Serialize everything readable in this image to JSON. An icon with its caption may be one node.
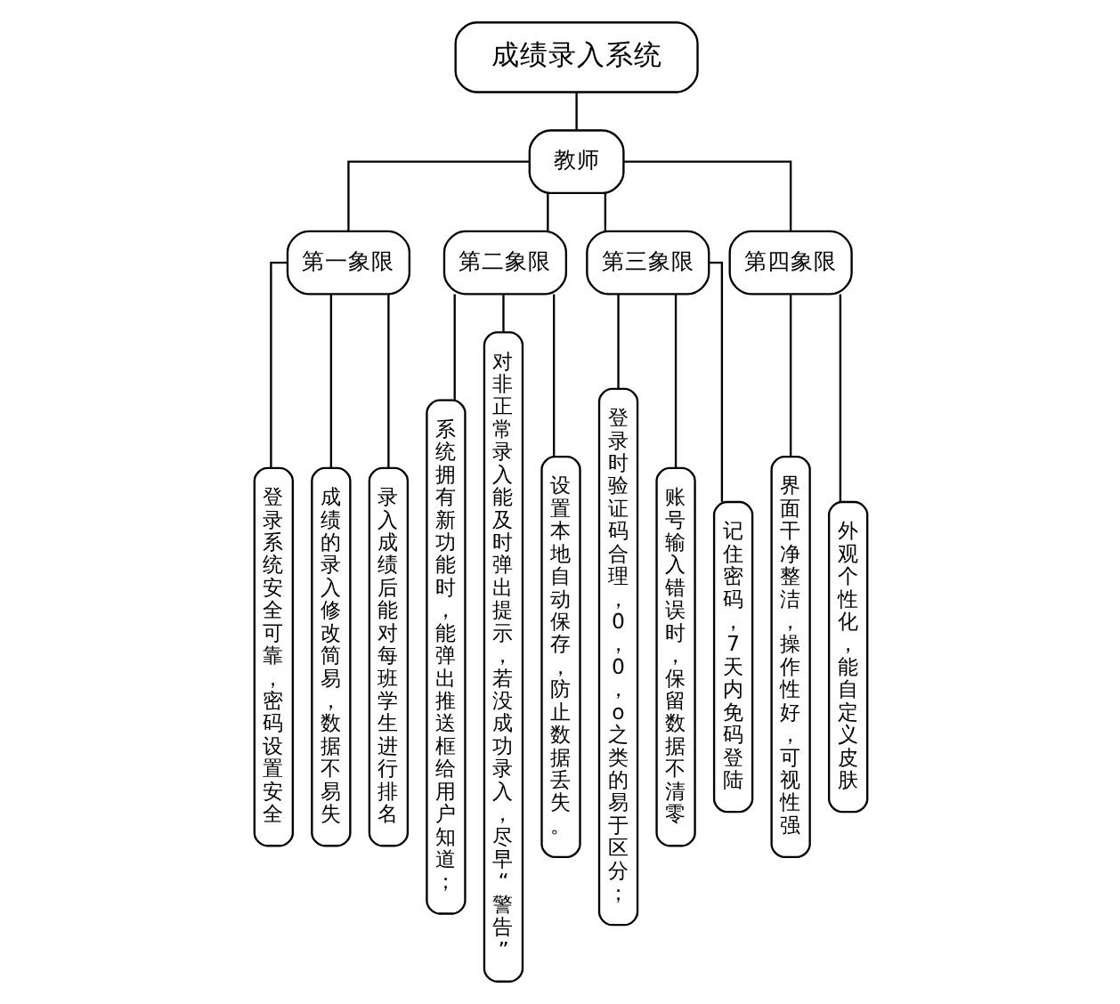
{
  "diagram": {
    "nodes": [
      {
        "text": [
          "成绩录入系统"
        ]
      },
      {
        "text": [
          "教师"
        ]
      },
      {
        "text": [
          "第一象限"
        ]
      },
      {
        "text": [
          "第二象限"
        ]
      },
      {
        "text": [
          "第三象限"
        ]
      },
      {
        "text": [
          "第四象限"
        ]
      },
      {
        "text": [
          "登录系统安全可靠，密码设置安全"
        ]
      },
      {
        "text": [
          "成绩的录入修改简易，数据不易失"
        ]
      },
      {
        "text": [
          "录入成绩后能对每班学生进行排名"
        ]
      },
      {
        "text": [
          "系统拥有新功能时，能弹出推送框给用户知道；"
        ]
      },
      {
        "text": [
          "对非正常录入能及时弹出提示，若没成功录入，尽早“警告”"
        ]
      },
      {
        "text": [
          "设置本地自动保存，防止数据丢失。"
        ]
      },
      {
        "text": [
          "登录时验证码合理，0，0，o之类的易于区分；"
        ]
      },
      {
        "text": [
          "账号输入错误时，保留数据不清零"
        ]
      },
      {
        "text": [
          "记住密码，7天内免码登陆"
        ]
      },
      {
        "text": [
          "界面干净整洁，操作性好，可视性强"
        ]
      },
      {
        "text": [
          "外观个性化，能自定义皮肤"
        ]
      }
    ],
    "edges": [
      {
        "from": 0,
        "to": 1,
        "arrow": "none"
      },
      {
        "from": 1,
        "to": 2,
        "arrow": "none"
      },
      {
        "from": 1,
        "to": 3,
        "arrow": "none"
      },
      {
        "from": 1,
        "to": 4,
        "arrow": "none"
      },
      {
        "from": 1,
        "to": 5,
        "arrow": "none"
      },
      {
        "from": 2,
        "to": 6,
        "arrow": "none"
      },
      {
        "from": 2,
        "to": 7,
        "arrow": "none"
      },
      {
        "from": 2,
        "to": 8,
        "arrow": "none"
      },
      {
        "from": 3,
        "to": 9,
        "arrow": "none"
      },
      {
        "from": 3,
        "to": 10,
        "arrow": "none"
      },
      {
        "from": 3,
        "to": 11,
        "arrow": "none"
      },
      {
        "from": 4,
        "to": 12,
        "arrow": "none"
      },
      {
        "from": 4,
        "to": 13,
        "arrow": "none"
      },
      {
        "from": 4,
        "to": 14,
        "arrow": "none"
      },
      {
        "from": 5,
        "to": 15,
        "arrow": "none"
      },
      {
        "from": 5,
        "to": 16,
        "arrow": "none"
      }
    ]
  }
}
